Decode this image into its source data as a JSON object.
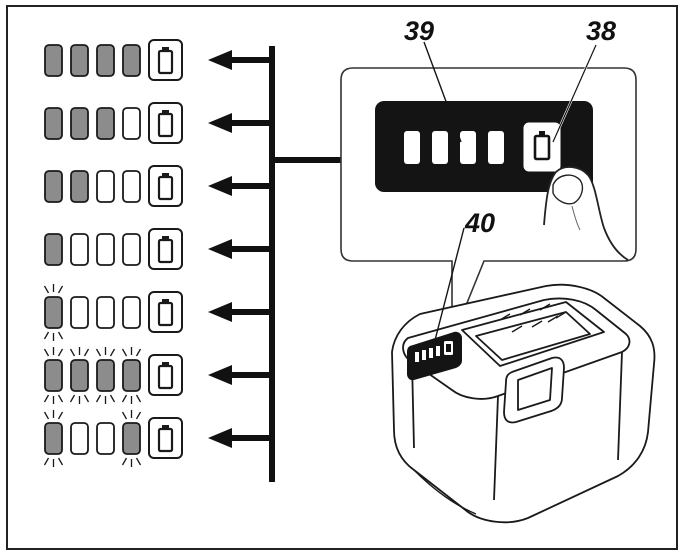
{
  "callouts": {
    "indicator_lamp": "39",
    "check_button": "38",
    "indicator_panel": "40"
  },
  "legend_rows": [
    {
      "lamps": [
        "lit",
        "lit",
        "lit",
        "lit"
      ],
      "flashing": [
        false,
        false,
        false,
        false
      ]
    },
    {
      "lamps": [
        "lit",
        "lit",
        "lit",
        "off"
      ],
      "flashing": [
        false,
        false,
        false,
        false
      ]
    },
    {
      "lamps": [
        "lit",
        "lit",
        "off",
        "off"
      ],
      "flashing": [
        false,
        false,
        false,
        false
      ]
    },
    {
      "lamps": [
        "lit",
        "off",
        "off",
        "off"
      ],
      "flashing": [
        false,
        false,
        false,
        false
      ]
    },
    {
      "lamps": [
        "lit",
        "off",
        "off",
        "off"
      ],
      "flashing": [
        true,
        false,
        false,
        false
      ]
    },
    {
      "lamps": [
        "lit",
        "lit",
        "lit",
        "lit"
      ],
      "flashing": [
        true,
        true,
        true,
        true
      ]
    },
    {
      "lamps": [
        "lit",
        "off",
        "off",
        "lit"
      ],
      "flashing": [
        true,
        false,
        false,
        true
      ]
    }
  ],
  "colors": {
    "lamp_lit": "#8c8c8c",
    "lamp_off": "#ffffff",
    "outline": "#1a1a1a",
    "panel": "#141414"
  },
  "icons": {
    "check_button": "battery-icon",
    "arrow": "arrow-left-icon"
  }
}
